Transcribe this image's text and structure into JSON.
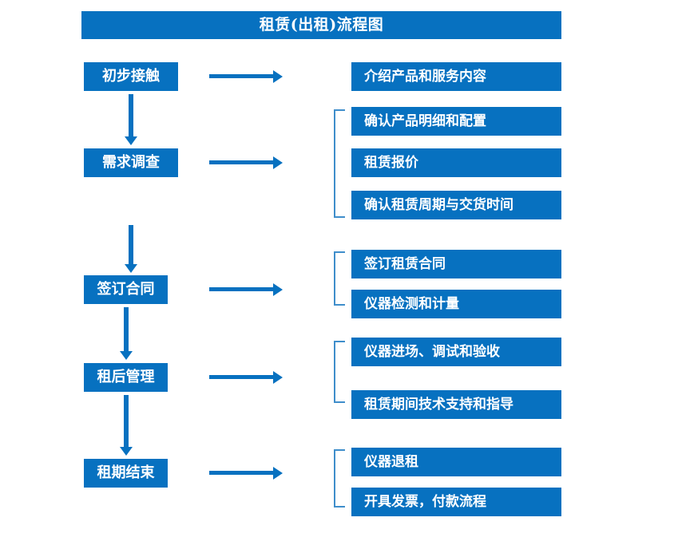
{
  "title": {
    "text": "租赁(出租)流程图"
  },
  "colors": {
    "box_blue": "#0771c0",
    "bracket_blue": "#3f8ecb",
    "text_white": "#ffffff",
    "background": "#ffffff"
  },
  "stages": [
    {
      "label": "初步接触"
    },
    {
      "label": "需求调查"
    },
    {
      "label": "签订合同"
    },
    {
      "label": "租后管理"
    },
    {
      "label": "租期结束"
    }
  ],
  "details": [
    {
      "label": "介绍产品和服务内容"
    },
    {
      "label": "确认产品明细和配置"
    },
    {
      "label": "租赁报价"
    },
    {
      "label": "确认租赁周期与交货时间"
    },
    {
      "label": "签订租赁合同"
    },
    {
      "label": "仪器检测和计量"
    },
    {
      "label": "仪器进场、调试和验收"
    },
    {
      "label": "租赁期间技术支持和指导"
    },
    {
      "label": "仪器退租"
    },
    {
      "label": "开具发票，付款流程"
    }
  ],
  "groups": [
    {
      "stage": "需求调查",
      "members": [
        "确认产品明细和配置",
        "租赁报价",
        "确认租赁周期与交货时间"
      ]
    },
    {
      "stage": "签订合同",
      "members": [
        "签订租赁合同",
        "仪器检测和计量"
      ]
    },
    {
      "stage": "租后管理",
      "members": [
        "仪器进场、调试和验收",
        "租赁期间技术支持和指导"
      ]
    },
    {
      "stage": "租期结束",
      "members": [
        "仪器退租",
        "开具发票，付款流程"
      ]
    }
  ]
}
